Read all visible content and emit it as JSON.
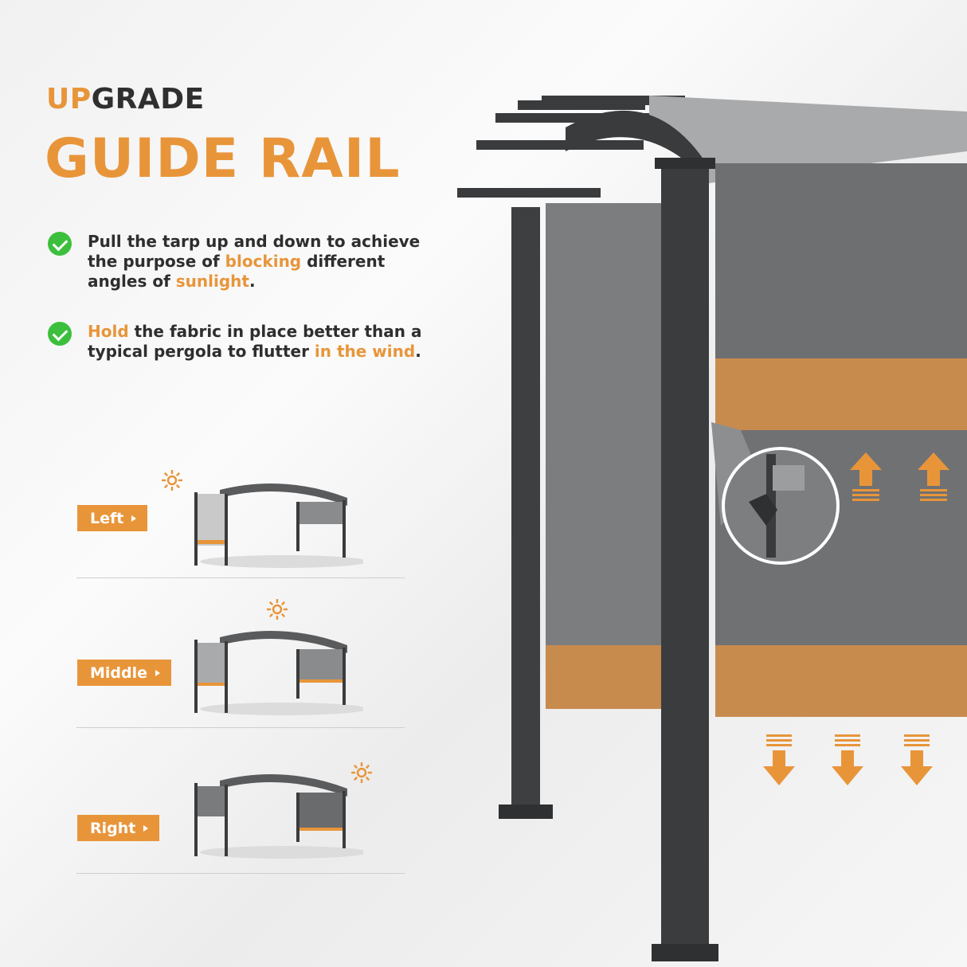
{
  "headline": {
    "kicker_accent": "UP",
    "kicker_rest": "GRADE",
    "title": "GUIDE RAIL"
  },
  "features": [
    {
      "icon": "check-icon",
      "parts": [
        "Pull the tarp up and down to achieve the purpose of ",
        "blocking",
        " different angles of ",
        "sunlight",
        "."
      ]
    },
    {
      "icon": "check-icon",
      "parts": [
        "Hold",
        " the fabric in place better than a typical pergola to flutter ",
        "in the wind",
        "."
      ]
    }
  ],
  "positions": [
    {
      "label": "Left"
    },
    {
      "label": "Middle"
    },
    {
      "label": "Right"
    }
  ],
  "colors": {
    "accent": "#e8953a",
    "check": "#3cbf3c",
    "frame": "#3a3b3d",
    "canopy": "#6d6e70"
  }
}
